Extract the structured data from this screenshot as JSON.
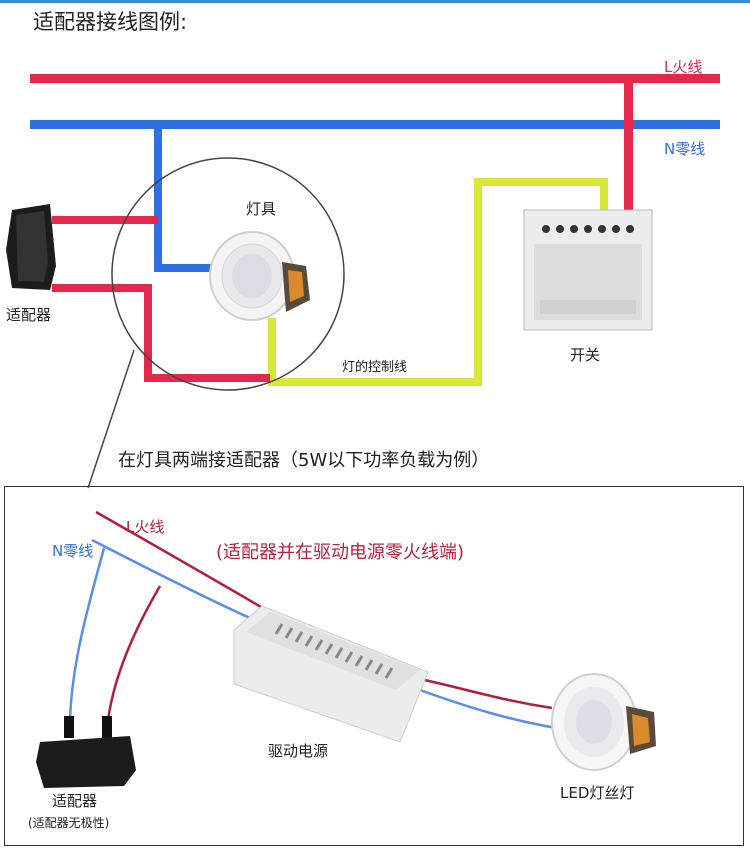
{
  "title": "适配器接线图例:",
  "top_diagram": {
    "live_label": "L火线",
    "neutral_label": "N零线",
    "fixture_label": "灯具",
    "adapter_label": "适配器",
    "switch_label": "开关",
    "control_wire_label": "灯的控制线",
    "caption": "在灯具两端接适配器（5W以下功率负载为例）"
  },
  "bottom_diagram": {
    "live_label": "L火线",
    "neutral_label": "N零线",
    "subtitle": "(适配器并在驱动电源零火线端)",
    "driver_label": "驱动电源",
    "adapter_label": "适配器",
    "adapter_note": "(适配器无极性)",
    "led_label": "LED灯丝灯"
  },
  "colors": {
    "live": "#e3284c",
    "neutral": "#2f6fe0",
    "control": "#d9e63a",
    "dark_live": "#b11e3a"
  }
}
